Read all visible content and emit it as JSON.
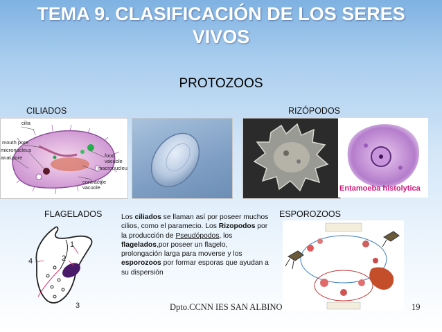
{
  "title": "TEMA 9. CLASIFICACIÓN DE LOS SERES VIVOS",
  "subtitle": "PROTOZOOS",
  "labels": {
    "ciliados": "CILIADOS",
    "rizopodos": "RIZÓPODOS",
    "flagelados": "FLAGELADOS",
    "esporozoos": "ESPOROZOOS"
  },
  "paramecium_labels": {
    "cilia": "cilia",
    "mouth_pore": "mouth pore",
    "micronucleus": "micronucleus",
    "anal_pore": "anal pore",
    "food_vacuole": "food\nvacuole",
    "macronucleus": "macronucleus",
    "contractile_vacuole": "contractile\nvacuole"
  },
  "entamoeba_caption": "Entamoeba histolytica",
  "flagellate_numbers": [
    "1",
    "2",
    "3",
    "4"
  ],
  "description": {
    "p1": "Los ",
    "ciliados": "ciliados",
    "p2": " se llaman así por poseer muchos cilios, como el paramecio. Los ",
    "rizopodos": "Rizopodos",
    "p3": " por la producción de ",
    "pseudopodos": "Pseudópodos",
    "p4": ", los ",
    "flagelados": "flagelados",
    "p5": ",por poseer un flagelo, prolongación larga para moverse y los ",
    "esporozoos": "esporozoos",
    "p6": " por formar esporas que ayudan a su dispersión"
  },
  "footer": "Dpto.CCNN IES SAN ALBINO",
  "page_number": "19"
}
